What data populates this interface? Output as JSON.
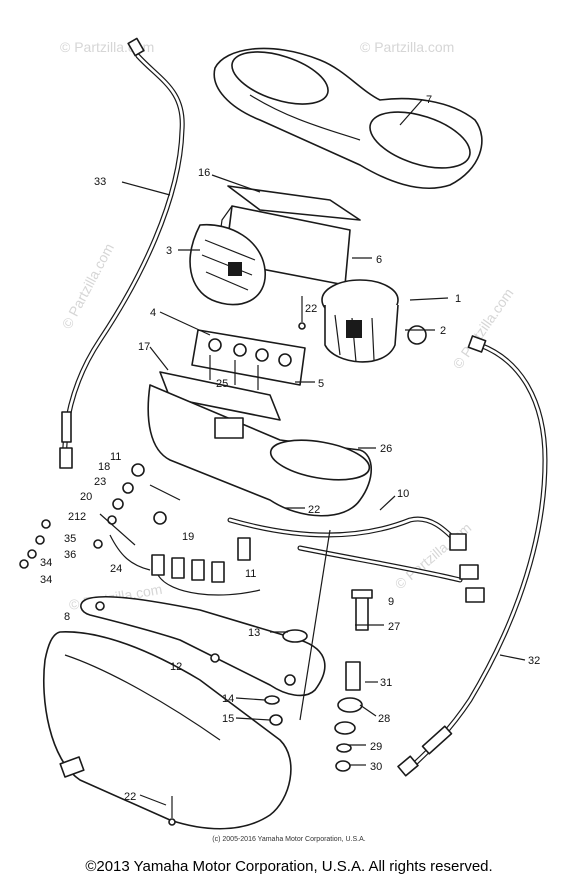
{
  "watermark": "© Partzilla.com",
  "callouts": [
    "1",
    "2",
    "3",
    "4",
    "5",
    "6",
    "7",
    "8",
    "9",
    "10",
    "11",
    "12",
    "13",
    "14",
    "15",
    "16",
    "17",
    "18",
    "19",
    "20",
    "21",
    "22",
    "23",
    "24",
    "25",
    "26",
    "27",
    "28",
    "29",
    "30",
    "31",
    "32",
    "33",
    "34",
    "35",
    "36"
  ],
  "small_copyright": "(c) 2005-2016 Yamaha Motor Corporation, U.S.A.",
  "footer": "©2013 Yamaha Motor Corporation, U.S.A. All rights reserved."
}
